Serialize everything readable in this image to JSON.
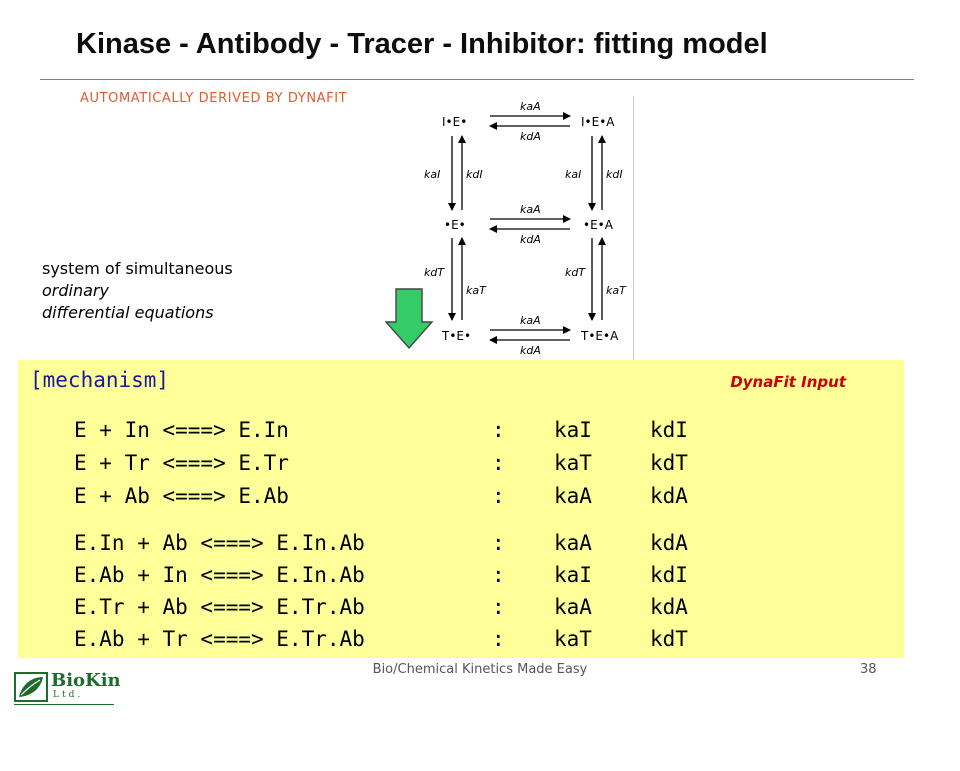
{
  "slide": {
    "title": "Kinase - Antibody - Tracer - Inhibitor: fitting model",
    "subtitle": "AUTOMATICALLY DERIVED BY DYNAFIT",
    "description_lines": [
      "system of simultaneous",
      "ordinary",
      "differential equations"
    ]
  },
  "scheme": {
    "species": {
      "IE": "I•E•",
      "IEA": "I•E•A",
      "E": "•E•",
      "EA": "•E•A",
      "TE": "T•E•",
      "TEA": "T•E•A"
    },
    "rates": {
      "kaA": "kaA",
      "kdA": "kdA",
      "kaI": "kaI",
      "kdI": "kdI",
      "kdT": "kdT",
      "kaT": "kaT"
    }
  },
  "panel": {
    "header": "[mechanism]",
    "label": "DynaFit Input",
    "reactions": [
      {
        "eq": "E + In <===> E.In",
        "colon": ":",
        "k1": "kaI",
        "k2": "kdI"
      },
      {
        "eq": "E + Tr <===> E.Tr",
        "colon": ":",
        "k1": "kaT",
        "k2": "kdT"
      },
      {
        "eq": "E + Ab <===> E.Ab",
        "colon": ":",
        "k1": "kaA",
        "k2": "kdA"
      },
      {
        "eq": "E.In + Ab <===> E.In.Ab",
        "colon": ":",
        "k1": "kaA",
        "k2": "kdA"
      },
      {
        "eq": "E.Ab + In <===> E.In.Ab",
        "colon": ":",
        "k1": "kaI",
        "k2": "kdI"
      },
      {
        "eq": "E.Tr + Ab <===> E.Tr.Ab",
        "colon": ":",
        "k1": "kaA",
        "k2": "kdA"
      },
      {
        "eq": "E.Ab + Tr <===> E.Tr.Ab",
        "colon": ":",
        "k1": "kaT",
        "k2": "kdT"
      }
    ]
  },
  "footer": {
    "text": "Bio/Chemical Kinetics Made Easy",
    "page_number": "38",
    "logo_name": "BioKin",
    "logo_sub": "Ltd."
  },
  "colors": {
    "subtitle": "#e25b2d",
    "panel_bg": "#ffff99",
    "panel_label": "#cc0000",
    "arrow_fill": "#33cc66",
    "logo": "#1e6b2e"
  }
}
